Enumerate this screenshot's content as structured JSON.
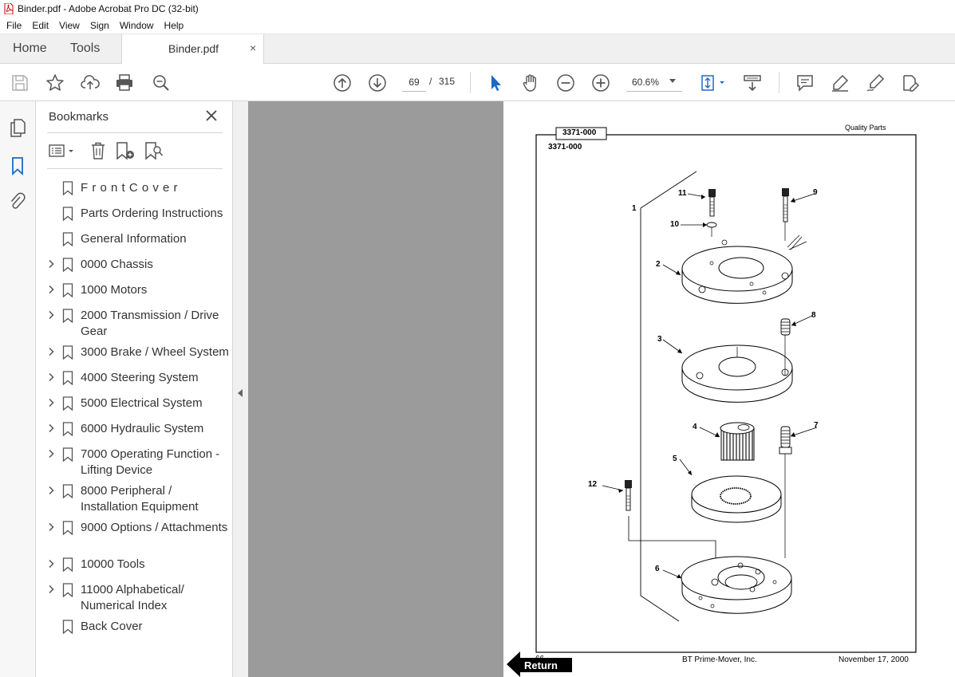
{
  "window": {
    "title": "Binder.pdf - Adobe Acrobat Pro DC (32-bit)"
  },
  "menu": [
    "File",
    "Edit",
    "View",
    "Sign",
    "Window",
    "Help"
  ],
  "tabs": {
    "home": "Home",
    "tools": "Tools",
    "document": "Binder.pdf",
    "close": "×"
  },
  "toolbar": {
    "current_page": "69",
    "page_separator": "/",
    "total_pages": "315",
    "zoom": "60.6%"
  },
  "bookmarks": {
    "title": "Bookmarks",
    "items": [
      {
        "label": "F r o n t C o v e r",
        "expandable": false
      },
      {
        "label": "Parts Ordering Instructions",
        "expandable": false
      },
      {
        "label": "General Information",
        "expandable": false
      },
      {
        "label": "0000 Chassis",
        "expandable": true
      },
      {
        "label": "1000 Motors",
        "expandable": true
      },
      {
        "label": "2000 Transmission / Drive Gear",
        "expandable": true
      },
      {
        "label": "3000 Brake / Wheel System",
        "expandable": true
      },
      {
        "label": "4000 Steering System",
        "expandable": true
      },
      {
        "label": "5000 Electrical System",
        "expandable": true
      },
      {
        "label": "6000 Hydraulic System",
        "expandable": true
      },
      {
        "label": "7000 Operating Function - Lifting Device",
        "expandable": true
      },
      {
        "label": "8000 Peripheral / Installation Equipment",
        "expandable": true
      },
      {
        "label": "9000 Options / Attachments",
        "expandable": true
      },
      {
        "label": "10000 Tools",
        "expandable": true
      },
      {
        "label": "11000 Alphabetical/ Numerical Index",
        "expandable": true
      },
      {
        "label": "Back Cover",
        "expandable": false
      }
    ]
  },
  "pdf_page": {
    "header_right": "Quality Parts",
    "box_code": "3371-000",
    "sub_code": "3371-000",
    "part_numbers": [
      "1",
      "2",
      "3",
      "4",
      "5",
      "6",
      "7",
      "8",
      "9",
      "10",
      "11",
      "12"
    ],
    "footer_page": "66",
    "footer_company": "BT Prime-Mover, Inc.",
    "footer_date": "November 17, 2000",
    "return_label": "Return"
  }
}
